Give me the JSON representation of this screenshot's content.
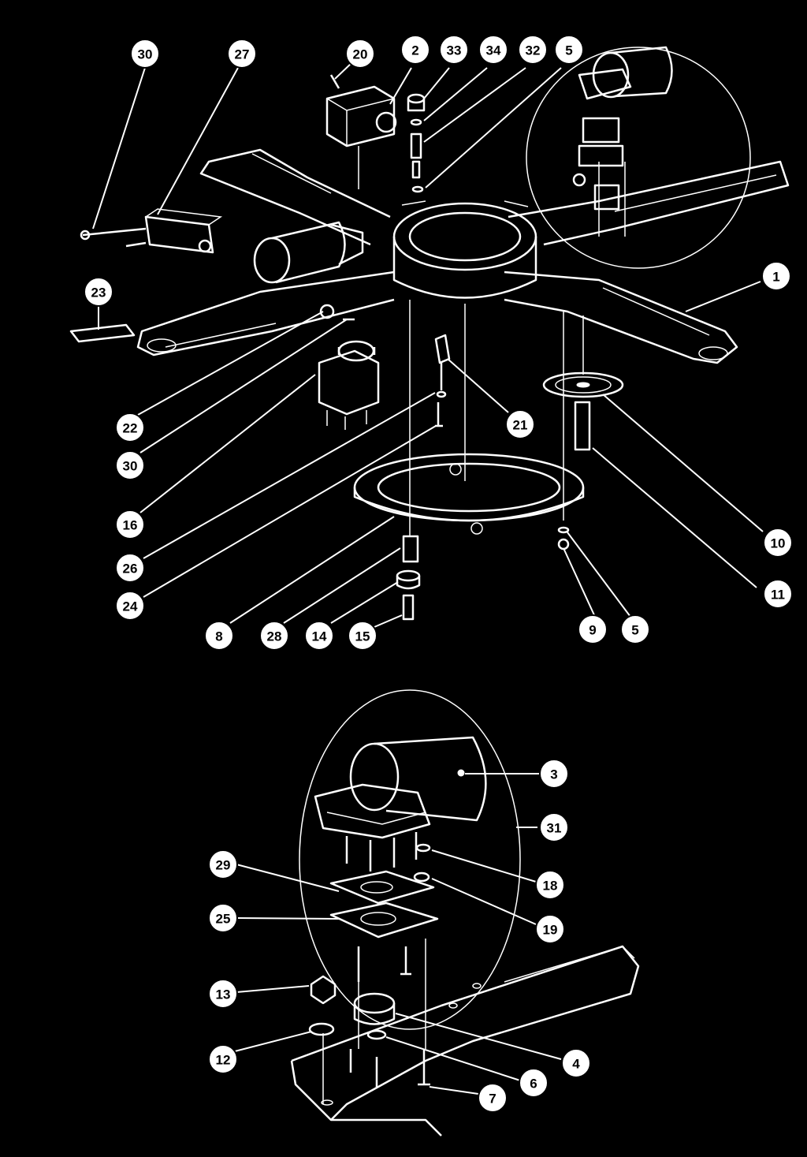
{
  "callouts": {
    "c30a": "30",
    "c27": "27",
    "c20": "20",
    "c2": "2",
    "c33": "33",
    "c34": "34",
    "c32": "32",
    "c5a": "5",
    "c1": "1",
    "c23": "23",
    "c22": "22",
    "c30b": "30",
    "c16": "16",
    "c26": "26",
    "c24": "24",
    "c21": "21",
    "c10": "10",
    "c11": "11",
    "c8": "8",
    "c28": "28",
    "c14": "14",
    "c15": "15",
    "c9": "9",
    "c5b": "5",
    "c3": "3",
    "c31": "31",
    "c29": "29",
    "c18": "18",
    "c25": "25",
    "c19": "19",
    "c13": "13",
    "c12": "12",
    "c4": "4",
    "c6": "6",
    "c7": "7"
  },
  "colors": {
    "background": "#000000",
    "linework": "#ffffff"
  }
}
